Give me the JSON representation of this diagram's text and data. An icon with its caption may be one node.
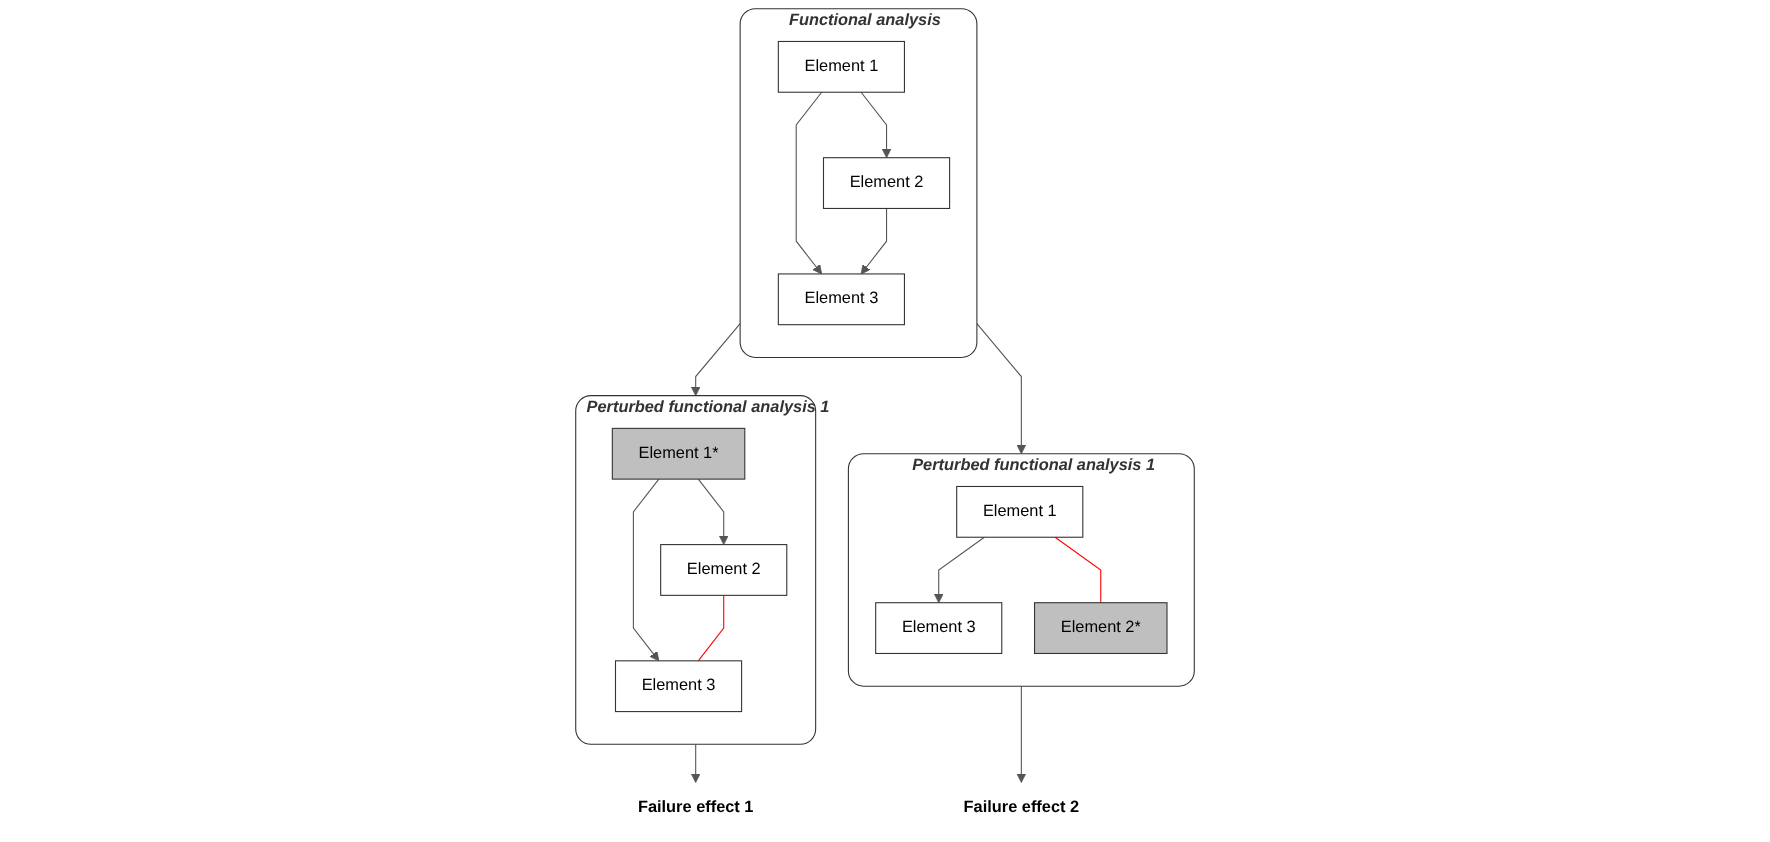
{
  "diagram": {
    "nodes": [
      {
        "text": [
          "Functional analysis"
        ]
      },
      {
        "text": [
          "Element 1"
        ],
        "in": 0
      },
      {
        "text": [
          "Element 3"
        ],
        "in": 0
      },
      {
        "text": [
          "Element 2"
        ],
        "in": 0
      },
      {
        "text": [
          "Perturbed functional analysis 1"
        ]
      },
      {
        "text": [
          "Element 1*"
        ],
        "in": 4
      },
      {
        "text": [
          "Element 3"
        ],
        "in": 4
      },
      {
        "text": [
          "Element 2"
        ],
        "in": 4
      },
      {
        "text": [
          "Perturbed functional analysis 1"
        ]
      },
      {
        "text": [
          "Element 1"
        ],
        "in": 8
      },
      {
        "text": [
          "Element 3"
        ],
        "in": 8
      },
      {
        "text": [
          "Element 2*"
        ],
        "in": 8
      },
      {
        "text": [
          "Failure effect 1"
        ]
      },
      {
        "text": [
          "Failure effect 2"
        ]
      }
    ],
    "edges": [
      {
        "from": 1,
        "to": 2,
        "arrow": "to"
      },
      {
        "from": 1,
        "to": 3,
        "arrow": "to"
      },
      {
        "from": 3,
        "to": 2,
        "arrow": "to"
      },
      {
        "from": 0,
        "to": 4,
        "arrow": "to"
      },
      {
        "from": 0,
        "to": 8,
        "arrow": "to"
      },
      {
        "from": 5,
        "to": 6,
        "arrow": "to"
      },
      {
        "from": 5,
        "to": 7,
        "arrow": "to"
      },
      {
        "from": 7,
        "to": 6,
        "arrow": "none",
        "color": "#ff0000"
      },
      {
        "from": 9,
        "to": 10,
        "arrow": "to"
      },
      {
        "from": 9,
        "to": 11,
        "arrow": "none",
        "color": "#ff0000"
      },
      {
        "from": 4,
        "to": 12,
        "arrow": "to"
      },
      {
        "from": 8,
        "to": 13,
        "arrow": "to"
      }
    ]
  }
}
